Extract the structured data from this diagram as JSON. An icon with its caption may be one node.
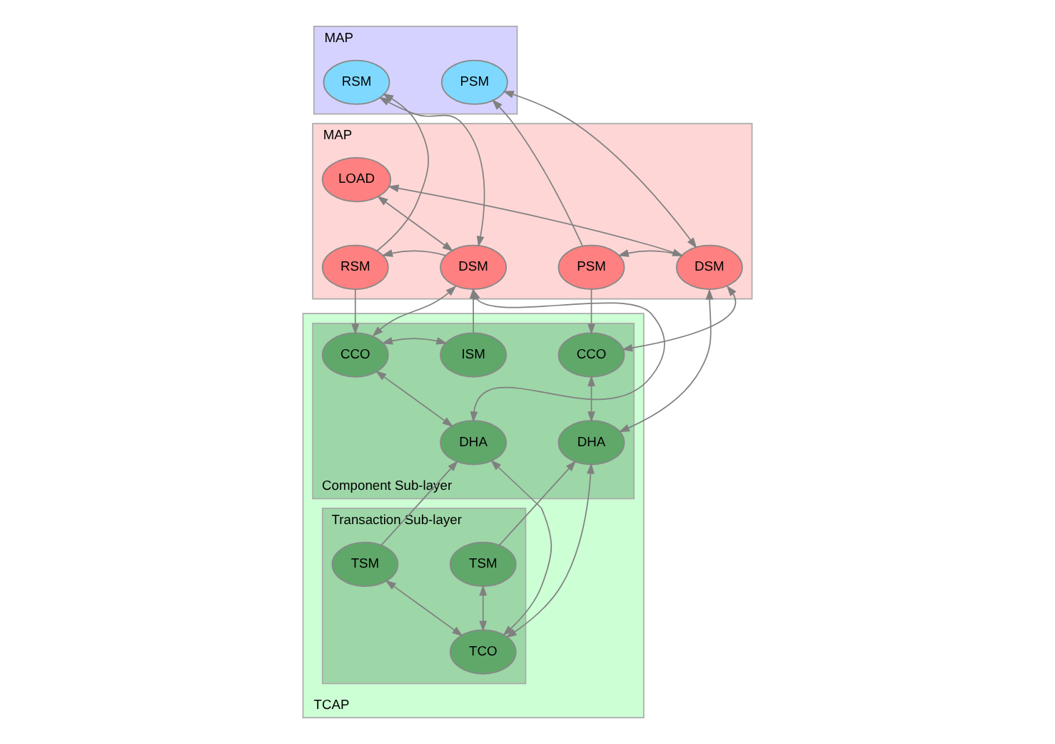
{
  "diagram": {
    "nodes": [
      {
        "text": [
          "MAP"
        ]
      },
      {
        "text": [
          "RSM"
        ],
        "in": 0
      },
      {
        "text": [
          "PSM"
        ],
        "in": 0
      },
      {
        "text": [
          "MAP"
        ]
      },
      {
        "text": [
          "LOAD"
        ],
        "in": 3
      },
      {
        "text": [
          "RSM"
        ],
        "in": 3
      },
      {
        "text": [
          "DSM"
        ],
        "in": 3
      },
      {
        "text": [
          "DSM"
        ],
        "in": 3
      },
      {
        "text": [
          "PSM"
        ],
        "in": 3
      },
      {
        "text": [
          "TCAP"
        ]
      },
      {
        "text": [
          "Component Sub-layer"
        ],
        "in": 9
      },
      {
        "text": [
          "CCO"
        ],
        "in": 10
      },
      {
        "text": [
          "ISM"
        ],
        "in": 10
      },
      {
        "text": [
          "DHA"
        ],
        "in": 10
      },
      {
        "text": [
          "DHA"
        ],
        "in": 10
      },
      {
        "text": [
          "CCO"
        ],
        "in": 10
      },
      {
        "text": [
          "Transaction Sub-layer"
        ],
        "in": 9
      },
      {
        "text": [
          "TSM"
        ],
        "in": 16
      },
      {
        "text": [
          "TSM"
        ],
        "in": 16
      },
      {
        "text": [
          "TCO"
        ],
        "in": 16
      }
    ],
    "edges": [
      {
        "from": 5,
        "to": 1,
        "arrow": "to"
      },
      {
        "from": 1,
        "to": 6,
        "arrow": "both"
      },
      {
        "from": 6,
        "to": 5,
        "arrow": "to"
      },
      {
        "from": 4,
        "to": 6,
        "arrow": "both"
      },
      {
        "from": 4,
        "to": 7,
        "arrow": "both"
      },
      {
        "from": 2,
        "to": 7,
        "arrow": "both"
      },
      {
        "from": 7,
        "to": 8,
        "arrow": "to"
      },
      {
        "from": 8,
        "to": 2,
        "arrow": "to"
      },
      {
        "from": 5,
        "to": 11,
        "arrow": "to"
      },
      {
        "from": 6,
        "to": 11,
        "arrow": "both"
      },
      {
        "from": 12,
        "to": 6,
        "arrow": "to"
      },
      {
        "from": 11,
        "to": 12,
        "arrow": "both"
      },
      {
        "from": 11,
        "to": 13,
        "arrow": "both"
      },
      {
        "from": 6,
        "to": 13,
        "arrow": "both"
      },
      {
        "from": 7,
        "to": 14,
        "arrow": "both"
      },
      {
        "from": 7,
        "to": 15,
        "arrow": "both"
      },
      {
        "from": 8,
        "to": 15,
        "arrow": "to"
      },
      {
        "from": 14,
        "to": 15,
        "arrow": "both"
      },
      {
        "from": 17,
        "to": 13,
        "arrow": "to"
      },
      {
        "from": 13,
        "to": 19,
        "arrow": "both"
      },
      {
        "from": 14,
        "to": 19,
        "arrow": "both"
      },
      {
        "from": 18,
        "to": 14,
        "arrow": "to"
      },
      {
        "from": 17,
        "to": 19,
        "arrow": "both"
      },
      {
        "from": 19,
        "to": 18,
        "arrow": "both"
      }
    ]
  }
}
